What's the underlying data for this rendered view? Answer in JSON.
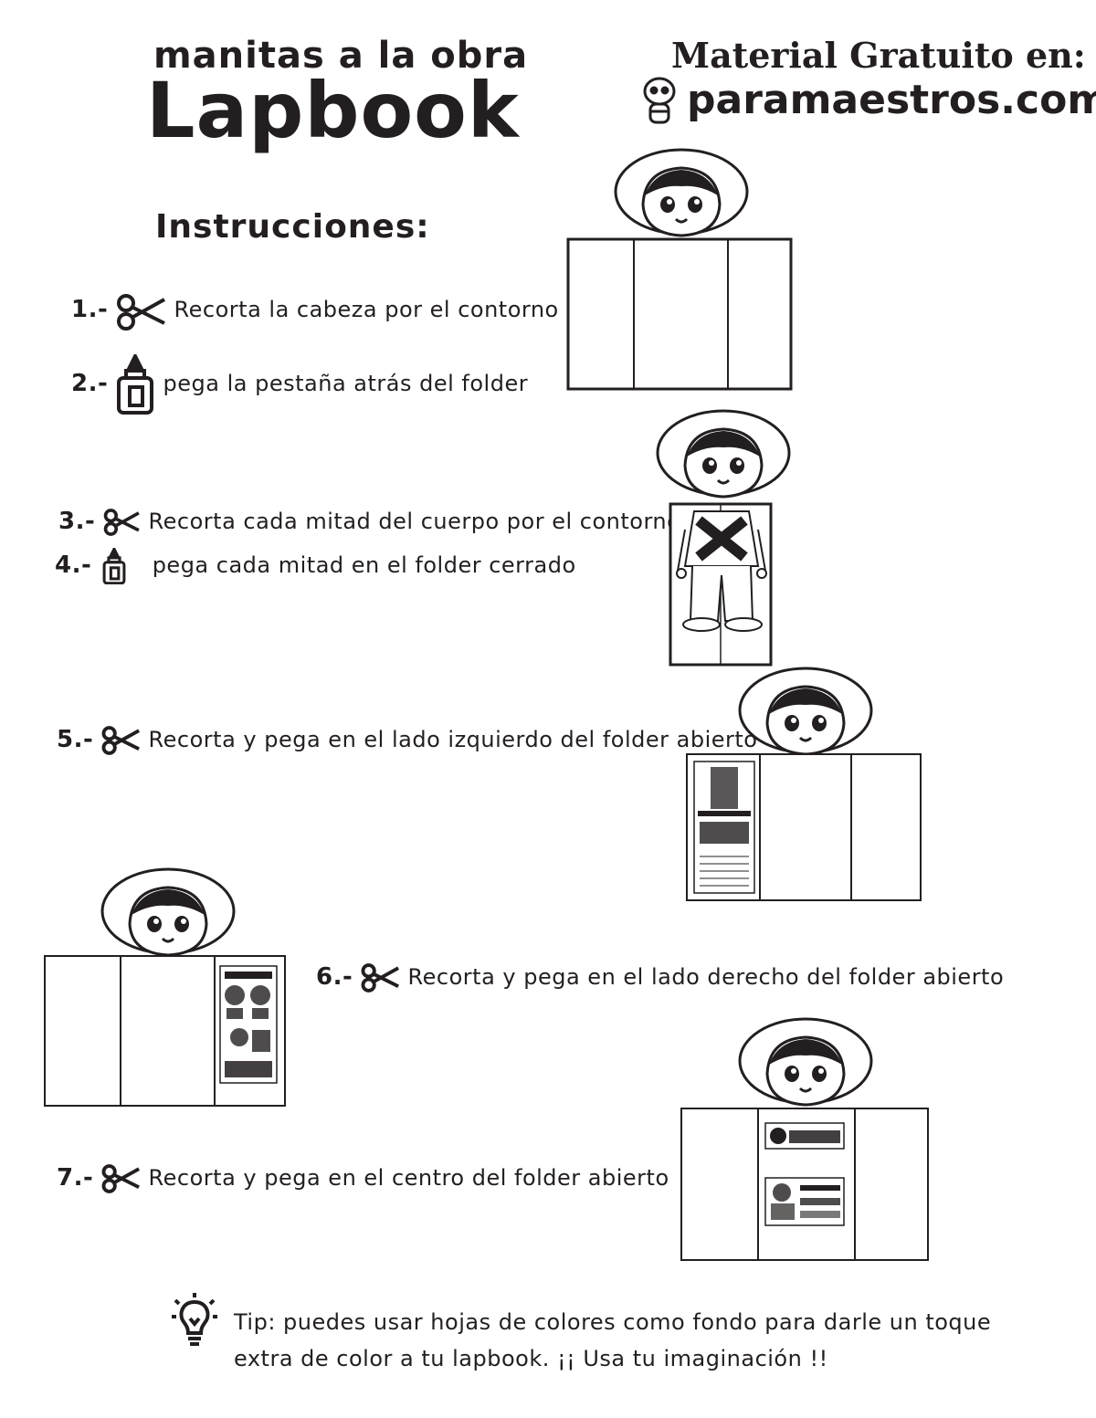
{
  "header": {
    "title_small": "manitas a la obra",
    "title_big": "Lapbook",
    "free_line": "Material Gratuito en:",
    "site": "paramaestros.com"
  },
  "instructions_heading": "Instrucciones:",
  "steps": [
    {
      "num": "1.-",
      "icon": "scissors-icon",
      "text": "Recorta la cabeza por el contorno"
    },
    {
      "num": "2.-",
      "icon": "glue-bottle-icon",
      "text": "pega la pestaña atrás del folder"
    },
    {
      "num": "3.-",
      "icon": "scissors-icon",
      "text": "Recorta cada mitad del cuerpo por el contorno"
    },
    {
      "num": "4.-",
      "icon": "glue-bottle-icon",
      "text": "pega cada mitad en el folder cerrado"
    },
    {
      "num": "5.-",
      "icon": "scissors-icon",
      "text": "Recorta y pega en el lado izquierdo del folder abierto"
    },
    {
      "num": "6.-",
      "icon": "scissors-icon",
      "text": "Recorta y pega en el lado derecho   del folder abierto"
    },
    {
      "num": "7.-",
      "icon": "scissors-icon",
      "text": "Recorta y pega en el centro del folder abierto"
    }
  ],
  "tip": {
    "icon": "lightbulb-icon",
    "line1": "Tip:  puedes usar hojas de colores como fondo para darle un toque",
    "line2": "extra de color a  tu  lapbook. ¡¡ Usa tu imaginación !!"
  }
}
